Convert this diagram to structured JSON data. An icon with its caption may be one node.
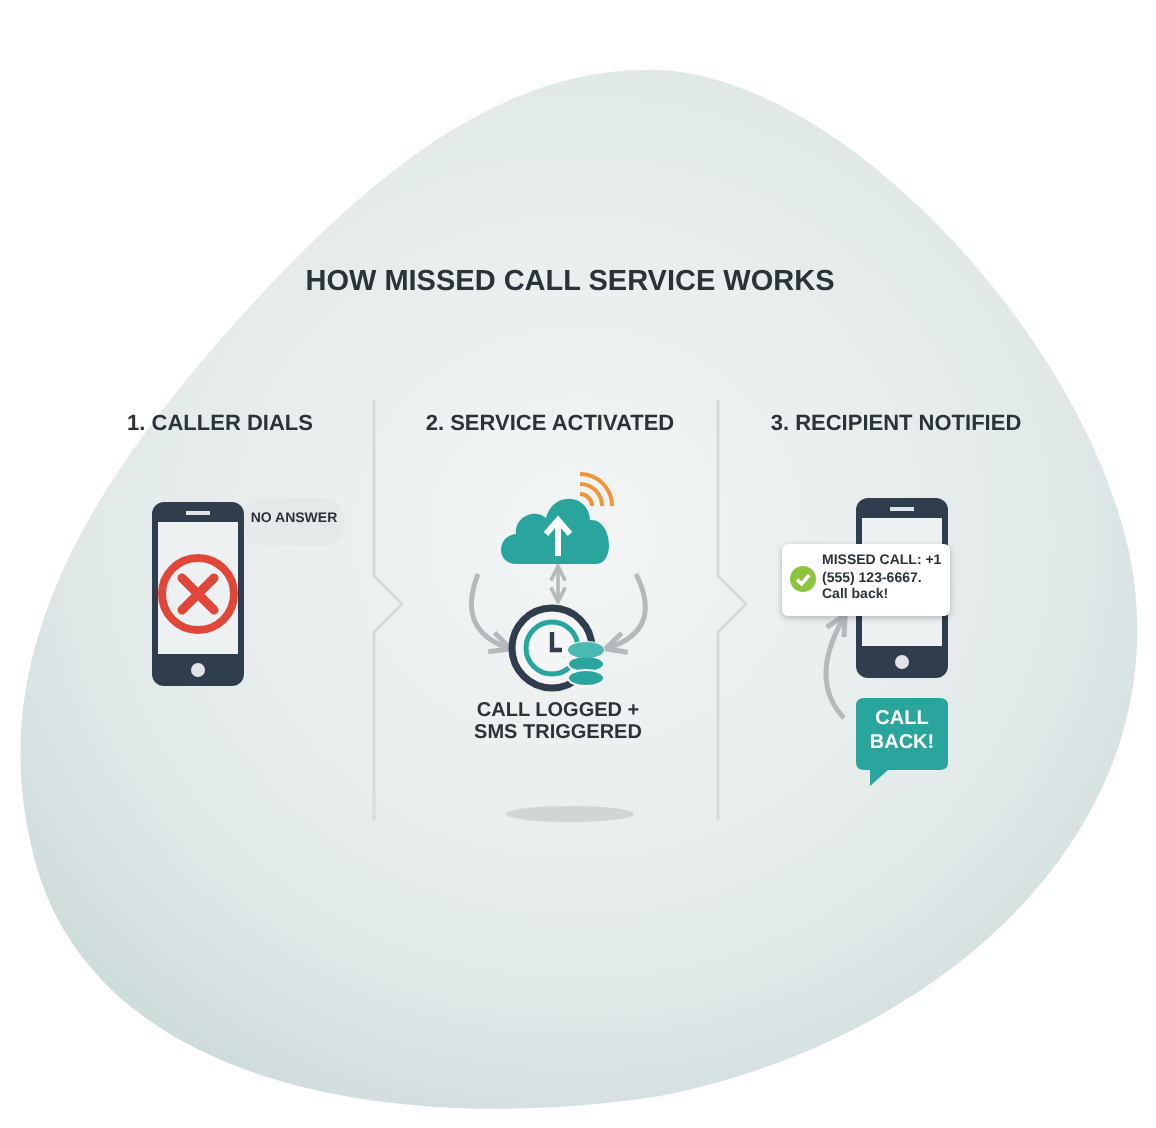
{
  "diagram": {
    "title": "HOW MISSED CALL SERVICE WORKS",
    "nodes": [
      {
        "text": [
          "NO ANSWER"
        ]
      },
      {
        "text": [],
        "shape": "cloud"
      },
      {
        "text": [],
        "shape": "circle",
        "beside": [
          "CALL LOGGED + SMS TRIGGERED"
        ]
      },
      {
        "text": [],
        "shape": "phone"
      },
      {
        "text": [
          "MISSED CALL: +1 (555) 123-6667. Call back!"
        ]
      },
      {
        "text": [
          "CALL BACK!"
        ]
      }
    ],
    "edges": [
      {
        "from": 1,
        "to": 2,
        "arrow": "both"
      },
      {
        "from": null,
        "to": 2,
        "arrow": "to"
      },
      {
        "from": null,
        "to": 2,
        "arrow": "to"
      },
      {
        "from": 5,
        "to": 3,
        "arrow": "to"
      }
    ],
    "labels": [
      "1. CALLER DIALS",
      "2. SERVICE ACTIVATED",
      "3. RECIPIENT NOTIFIED"
    ]
  }
}
